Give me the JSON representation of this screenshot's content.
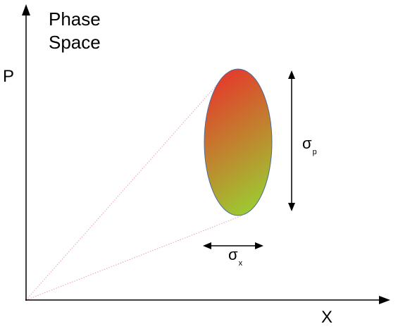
{
  "title": {
    "line1": "Phase",
    "line2": "Space"
  },
  "axes": {
    "x_label": "X",
    "y_label": "P"
  },
  "spreads": {
    "sigma_p": {
      "symbol": "σ",
      "subscript": "p"
    },
    "sigma_x": {
      "symbol": "σ",
      "subscript": "x"
    }
  },
  "colors": {
    "ellipse_top": "#e53a2b",
    "ellipse_bottom": "#9ccc32",
    "ellipse_stroke": "#4a6a9a",
    "projection_lines": "#e8a0a0",
    "axes": "#000000"
  }
}
